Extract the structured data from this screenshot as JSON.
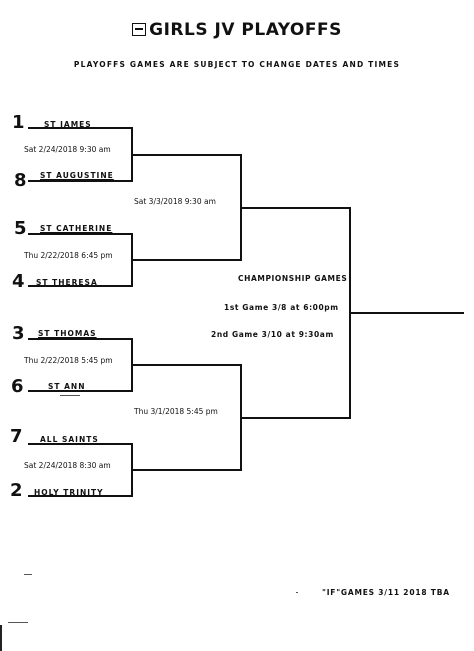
{
  "header": {
    "title": "GIRLS JV PLAYOFFS",
    "notice": "PLAYOFFS GAMES ARE SUBJECT TO CHANGE DATES AND TIMES"
  },
  "bracket": {
    "round1": [
      {
        "top_seed": "1",
        "top_team": "ST JAMES",
        "date": "Sat 2/24/2018 9:30 am",
        "bottom_seed": "8",
        "bottom_team": "ST AUGUSTINE"
      },
      {
        "top_seed": "5",
        "top_team": "ST CATHERINE",
        "date": "Thu 2/22/2018 6:45 pm",
        "bottom_seed": "4",
        "bottom_team": "ST THERESA"
      },
      {
        "top_seed": "3",
        "top_team": "ST THOMAS",
        "date": "Thu 2/22/2018 5:45 pm",
        "bottom_seed": "6",
        "bottom_team": "ST ANN"
      },
      {
        "top_seed": "7",
        "top_team": "ALL SAINTS",
        "date": "Sat 2/24/2018 8:30 am",
        "bottom_seed": "2",
        "bottom_team": "HOLY TRINITY"
      }
    ],
    "semifinals": [
      {
        "date": "Sat 3/3/2018 9:30 am"
      },
      {
        "date": "Thu 3/1/2018 5:45 pm"
      }
    ],
    "championship": {
      "heading": "CHAMPIONSHIP GAMES",
      "game1": "1st Game 3/8 at 6:00pm",
      "game2": "2nd Game 3/10 at 9:30am"
    }
  },
  "footer": {
    "if_games": "\"IF\"GAMES 3/11 2018 TBA"
  }
}
